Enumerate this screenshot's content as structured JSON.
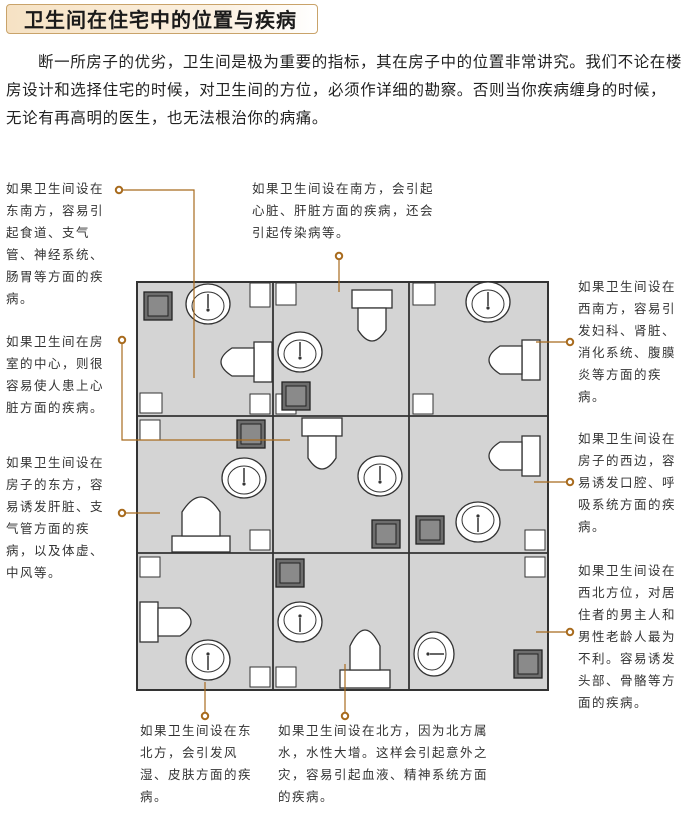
{
  "title": "卫生间在住宅中的位置与疾病",
  "intro": "断一所房子的优劣，卫生间是极为重要的指标，其在房子中的位置非常讲究。我们不论在楼房设计和选择住宅的时候，对卫生间的方位，必须作详细的勘察。否则当你疾病缠身的时候，无论有再高明的医生，也无法根治你的病痛。",
  "notes": {
    "southeast": "如果卫生间设在东南方，容易引起食道、支气管、神经系统、肠胃等方面的疾病。",
    "south": "如果卫生间设在南方，会引起心脏、肝脏方面的疾病，还会引起传染病等。",
    "southwest": "如果卫生间设在西南方，容易引发妇科、肾脏、消化系统、腹膜炎等方面的疾病。",
    "center": "如果卫生间在房室的中心，则很容易使人患上心脏方面的疾病。",
    "west": "如果卫生间设在房子的西边，容易诱发口腔、呼吸系统方面的疾病。",
    "east": "如果卫生间设在房子的东方，容易诱发肝脏、支气管方面的疾病，以及体虚、中风等。",
    "northwest": "如果卫生间设在西北方位，对居住者的男主人和男性老龄人最为不利。容易诱发头部、骨骼等方面的疾病。",
    "northeast": "如果卫生间设在东北方，会引发风湿、皮肤方面的疾病。",
    "north": "如果卫生间设在北方，因为北方属水，水性大增。这样会引起意外之灾，容易引起血液、精神系统方面的疾病。"
  },
  "colors": {
    "floor": "#d4d4d4",
    "wall": "#333333",
    "leader": "#a86b1e",
    "dot": "#a86b1e",
    "fixture": "#ffffff",
    "mat": "#6d6d6d"
  }
}
